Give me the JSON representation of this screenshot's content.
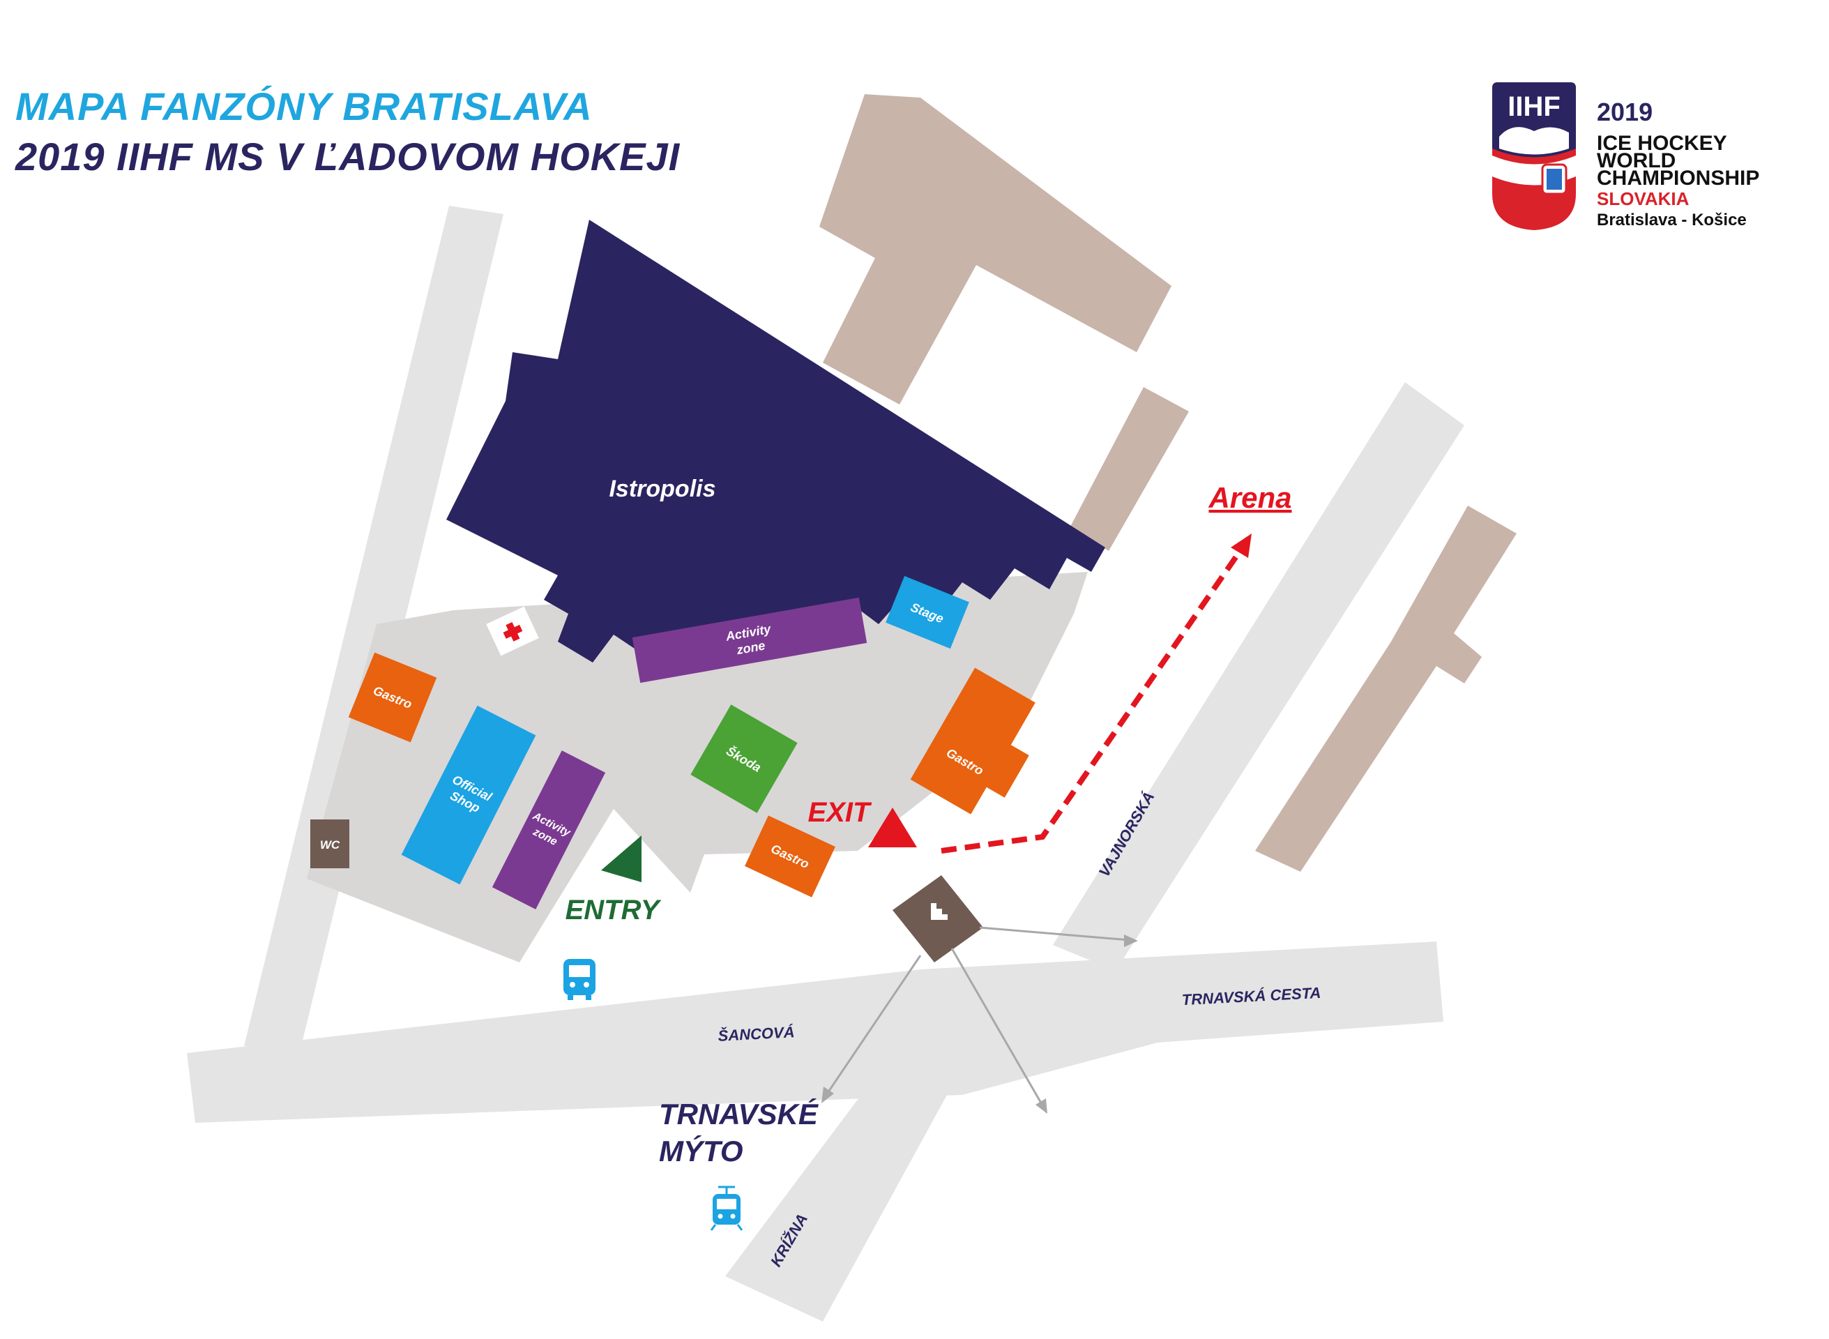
{
  "header": {
    "title_line1": "MAPA FANZÓNY BRATISLAVA",
    "title_line2": "2019 IIHF MS V ĽADOVOM HOKEJI"
  },
  "logo": {
    "badge": "IIHF",
    "year": "2019",
    "line1": "ICE HOCKEY",
    "line2": "WORLD",
    "line3": "CHAMPIONSHIP",
    "line4": "SLOVAKIA",
    "line5": "Bratislava - Košice"
  },
  "buildings": {
    "istropolis": "Istropolis"
  },
  "zones": {
    "activity_zone_top": [
      "Activity",
      "zone"
    ],
    "activity_zone_left": [
      "Activity",
      "zone"
    ],
    "stage": "Stage",
    "gastro_left": "Gastro",
    "gastro_bottom": "Gastro",
    "gastro_right": "Gastro",
    "official_shop": [
      "Official",
      "Shop"
    ],
    "skoda": "Škoda",
    "wc": "WC"
  },
  "labels": {
    "entry": "ENTRY",
    "exit": "EXIT",
    "arena": "Arena",
    "stop_name": [
      "TRNAVSKÉ",
      "MÝTO"
    ]
  },
  "streets": {
    "vajnorska": "VAJNORSKÁ",
    "trnavska_cesta": "TRNAVSKÁ CESTA",
    "sancova": "ŠANCOVÁ",
    "krizna": "KRÍŽNA"
  },
  "icons": {
    "first_aid": "first-aid-icon",
    "stairs": "stairs-icon",
    "bus": "bus-icon",
    "tram": "tram-icon",
    "entry": "entry-arrow-icon",
    "exit": "exit-arrow-icon"
  },
  "colors": {
    "title_light": "#1fa6df",
    "title_dark": "#2a2560",
    "road": "#e4e4e4",
    "building": "#c8b4a9",
    "istropolis": "#2a2560",
    "fanzone": "#d9d6d6",
    "gastro": "#e8620f",
    "activity": "#7b3a91",
    "shop_stage": "#1ba3e3",
    "skoda": "#4aa334",
    "wc": "#6f5b51",
    "entry": "#1f6b35",
    "exit": "#e3151f",
    "transit": "#1ba3e3"
  }
}
